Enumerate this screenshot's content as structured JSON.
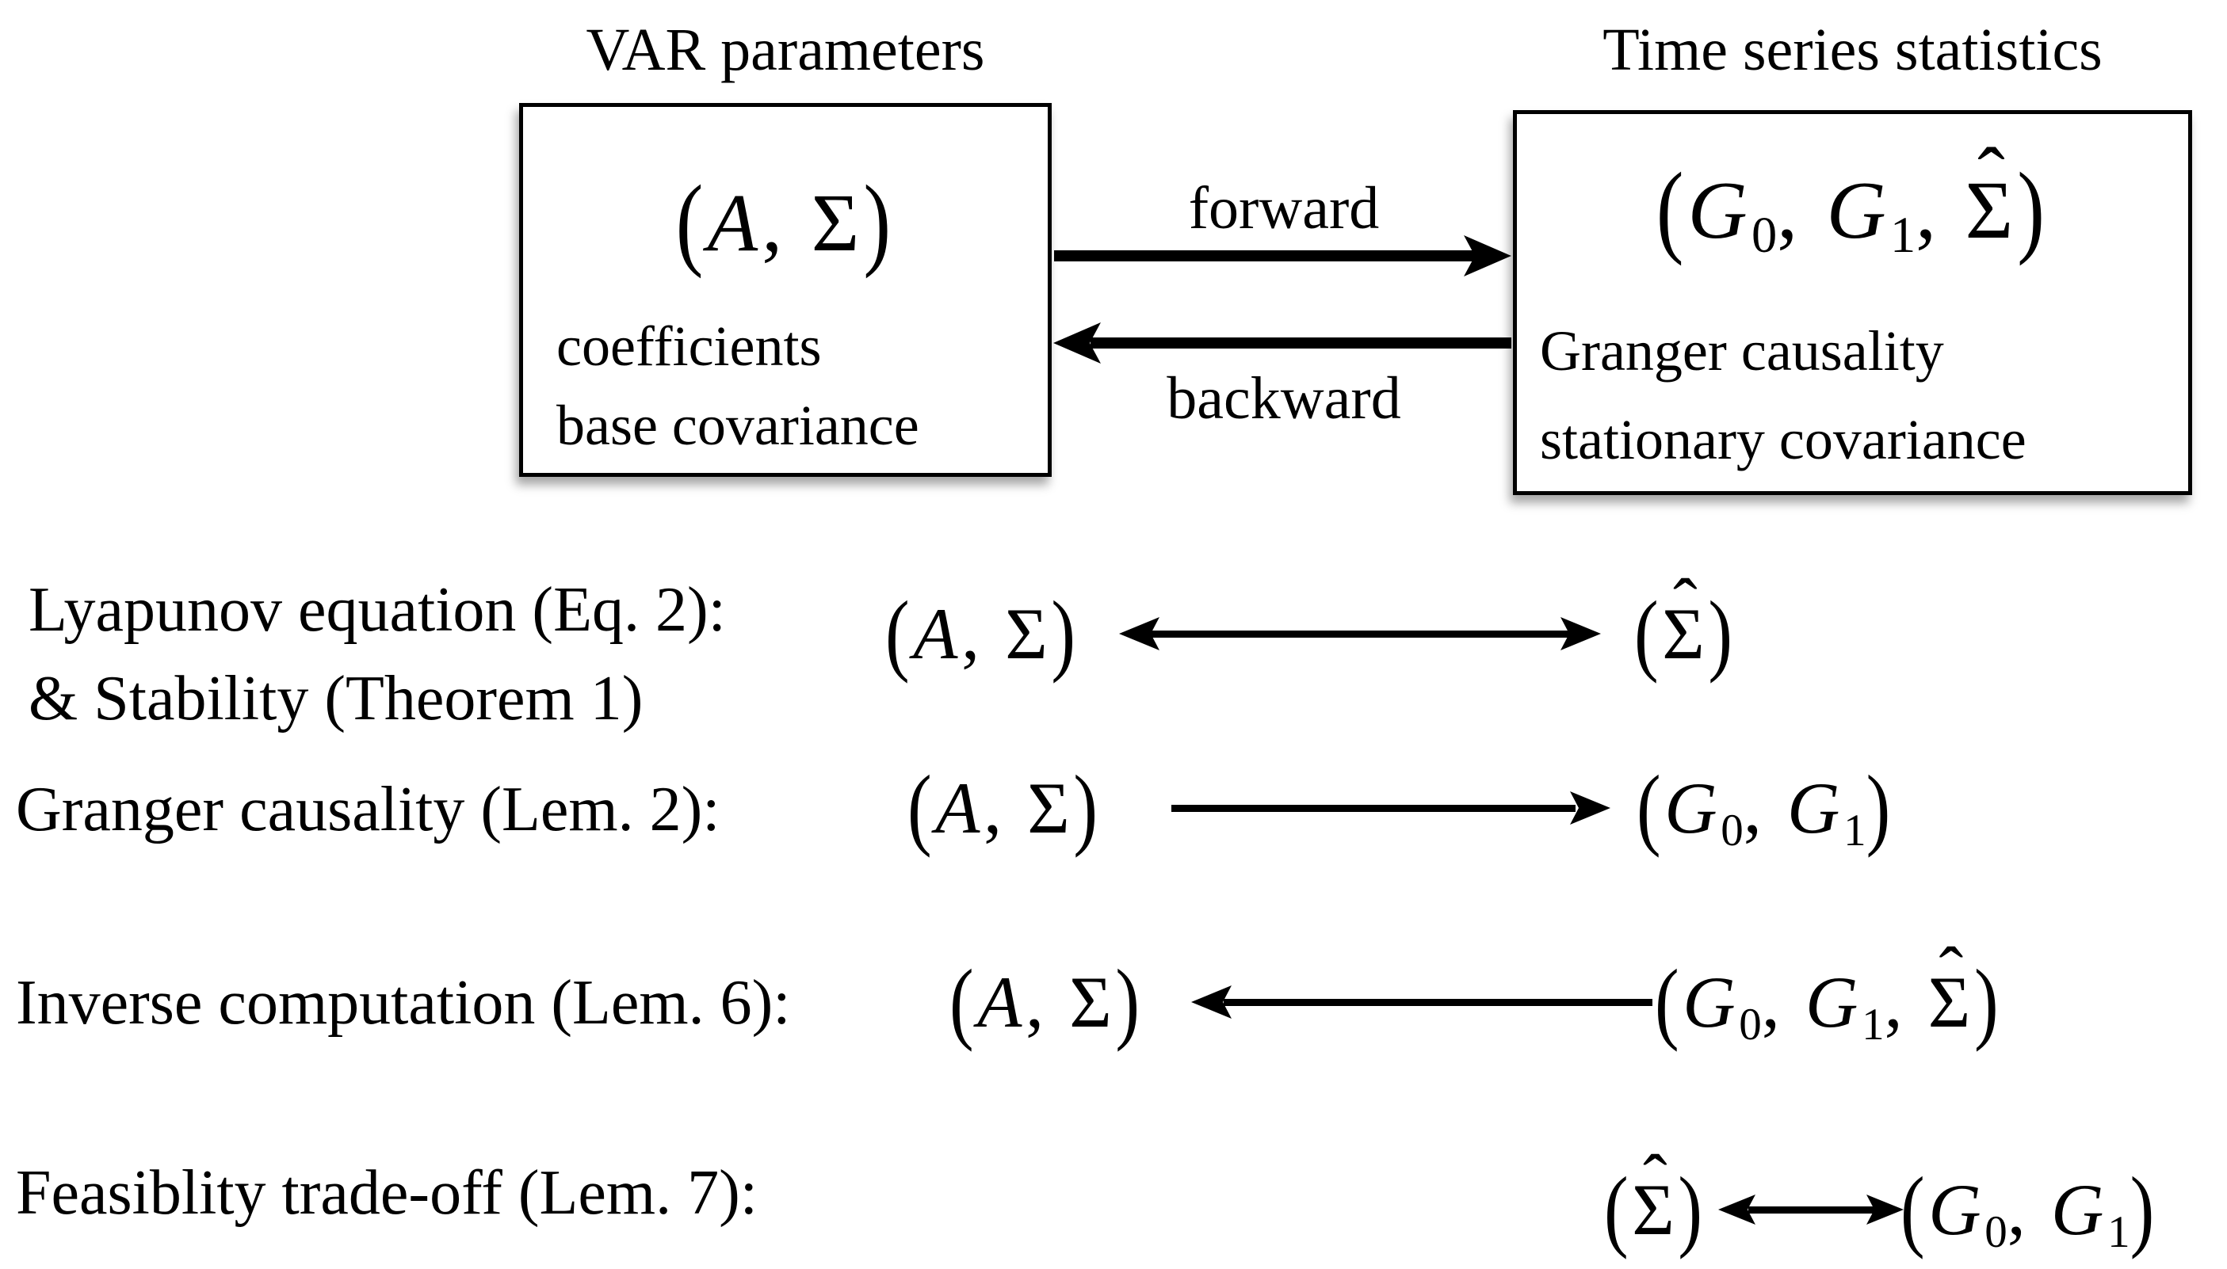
{
  "figure": {
    "top": {
      "left_box": {
        "title": "VAR parameters",
        "formula_display": "(A, Σ)",
        "desc_line1": "coefficients",
        "desc_line2": "base covariance"
      },
      "right_box": {
        "title": "Time series statistics",
        "formula_display": "(G₀, G₁, Σ̂)",
        "desc_line1": "Granger causality",
        "desc_line2": "stationary covariance"
      },
      "forward_label": "forward",
      "backward_label": "backward"
    },
    "math": {
      "a_sigma": {
        "open": "(",
        "A": "A",
        "comma": ", ",
        "Sigma": "Σ",
        "close": ")"
      },
      "sigma_hat": {
        "open": "(",
        "hat": "ˆ",
        "Sigma": "Σ",
        "close": ")"
      },
      "g0_g1": {
        "open": "(",
        "G_a": "G",
        "sub_a": "0",
        "comma_a": ", ",
        "G_b": "G",
        "sub_b": "1",
        "close": ")"
      },
      "g0_g1_sigma_hat": {
        "open": "(",
        "G_a": "G",
        "sub_a": "0",
        "comma_a": ", ",
        "G_b": "G",
        "sub_b": "1",
        "comma_b": ", ",
        "hat": "ˆ",
        "Sigma": "Σ",
        "close": ")"
      }
    },
    "rows": [
      {
        "label_line1": "Lyapunov equation (Eq. 2):",
        "label_line2": "& Stability (Theorem 1)",
        "left_display": "(A, Σ)",
        "right_display": "(Σ̂)",
        "relation": "bidirectional"
      },
      {
        "label_line1": "Granger causality (Lem. 2):",
        "left_display": "(A, Σ)",
        "right_display": "(G₀, G₁)",
        "relation": "left-to-right"
      },
      {
        "label_line1": "Inverse computation (Lem. 6):",
        "left_display": "(A, Σ)",
        "right_display": "(G₀, G₁, Σ̂)",
        "relation": "right-to-left"
      },
      {
        "label_line1": "Feasiblity trade-off (Lem. 7):",
        "left_display": "(Σ̂)",
        "right_display": "(G₀, G₁)",
        "relation": "bidirectional"
      }
    ]
  }
}
